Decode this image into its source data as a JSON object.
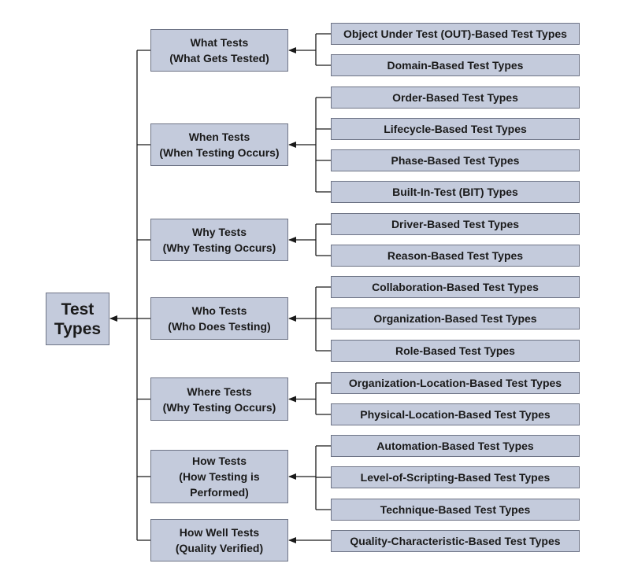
{
  "root": {
    "label": "Test\nTypes"
  },
  "categories": [
    {
      "id": "what",
      "label": "What Tests\n(What Gets Tested)",
      "types": [
        "Object Under Test (OUT)-Based Test Types",
        "Domain-Based Test Types"
      ]
    },
    {
      "id": "when",
      "label": "When Tests\n(When Testing Occurs)",
      "types": [
        "Order-Based Test Types",
        "Lifecycle-Based Test Types",
        "Phase-Based Test Types",
        "Built-In-Test (BIT) Types"
      ]
    },
    {
      "id": "why",
      "label": "Why Tests\n(Why Testing Occurs)",
      "types": [
        "Driver-Based Test Types",
        "Reason-Based Test Types"
      ]
    },
    {
      "id": "who",
      "label": "Who Tests\n(Who Does Testing)",
      "types": [
        "Collaboration-Based Test Types",
        "Organization-Based Test Types",
        "Role-Based Test Types"
      ]
    },
    {
      "id": "where",
      "label": "Where Tests\n(Why Testing Occurs)",
      "types": [
        "Organization-Location-Based Test Types",
        "Physical-Location-Based Test Types"
      ]
    },
    {
      "id": "how",
      "label": "How Tests\n(How Testing is\nPerformed)",
      "types": [
        "Automation-Based Test Types",
        "Level-of-Scripting-Based Test Types",
        "Technique-Based Test Types"
      ]
    },
    {
      "id": "howwell",
      "label": "How Well Tests\n(Quality Verified)",
      "types": [
        "Quality-Characteristic-Based Test Types"
      ]
    }
  ],
  "colors": {
    "box_fill": "#c4cbdc",
    "box_border": "#6e7486",
    "line": "#1a1a1a",
    "text": "#1a1a1a"
  }
}
